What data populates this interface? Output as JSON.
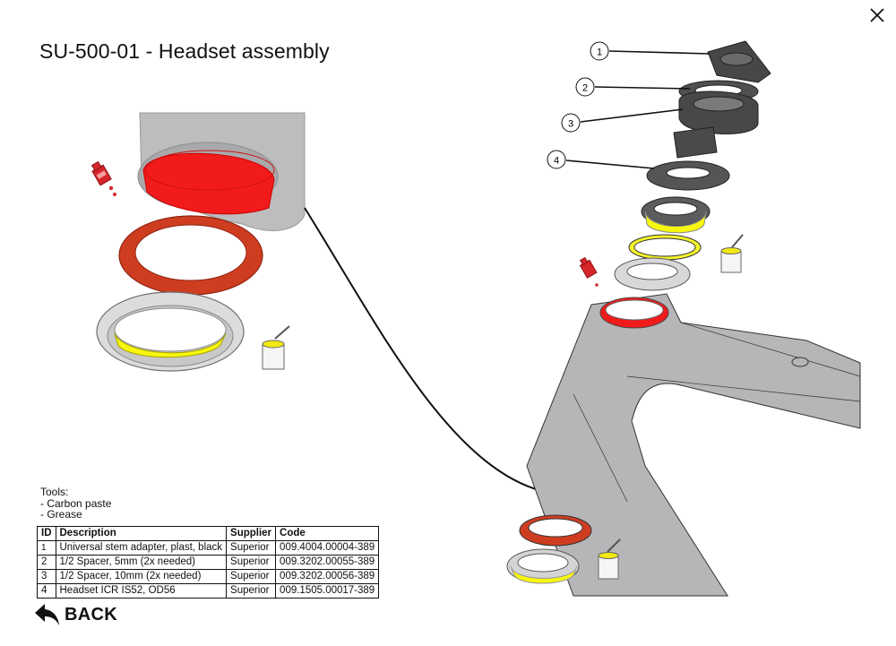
{
  "title": "SU-500-01 - Headset assembly",
  "icons": {
    "close": "close-icon",
    "back": "back-arrow-icon",
    "paste": "paste-bottle-icon",
    "grease": "grease-pot-icon"
  },
  "colors": {
    "frame": "#b9b9bb",
    "paste": "#e8231f",
    "grease": "#f2f20a",
    "cup": "#d43a1e",
    "part_dark": "#454547"
  },
  "callouts": [
    "1",
    "2",
    "3",
    "4"
  ],
  "tools": {
    "heading": "Tools:",
    "items": [
      "- Carbon paste",
      "- Grease"
    ]
  },
  "table": {
    "headers": [
      "ID",
      "Description",
      "Supplier",
      "Code"
    ],
    "rows": [
      [
        "1",
        "Universal stem adapter, plast, black",
        "Superior",
        "009.4004.00004-389"
      ],
      [
        "2",
        "1/2 Spacer, 5mm (2x needed)",
        "Superior",
        "009.3202.00055-389"
      ],
      [
        "3",
        "1/2 Spacer, 10mm (2x needed)",
        "Superior",
        "009.3202.00056-389"
      ],
      [
        "4",
        "Headset ICR IS52, OD56",
        "Superior",
        "009.1505.00017-389"
      ]
    ]
  },
  "back_label": "BACK"
}
